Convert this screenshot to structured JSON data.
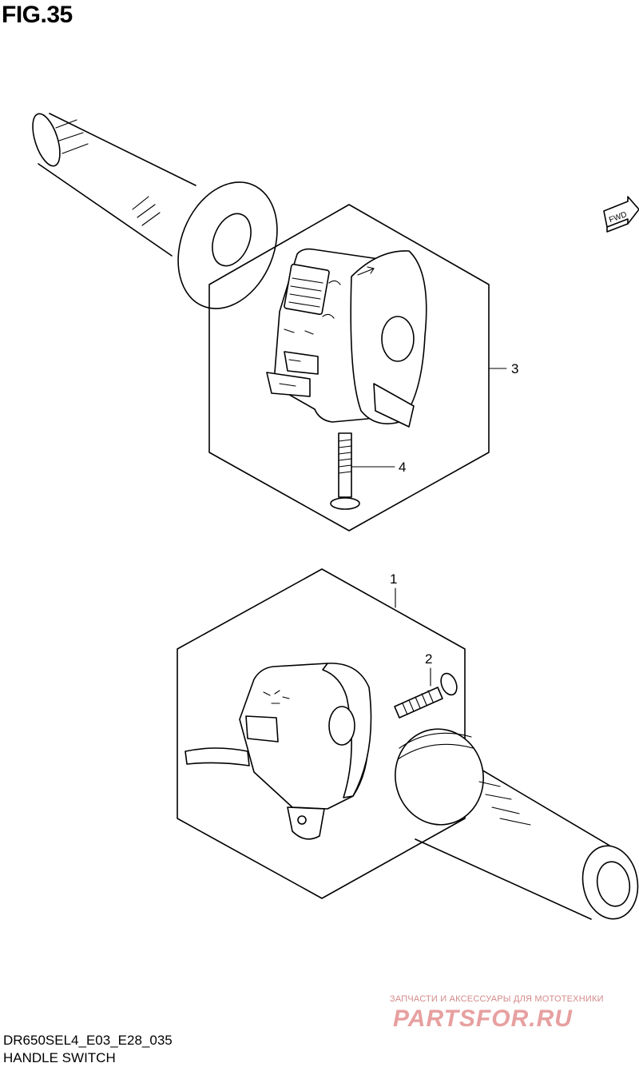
{
  "figure": {
    "title": "FIG.35"
  },
  "footer": {
    "model_code": "DR650SEL4_E03_E28_035",
    "caption": "HANDLE SWITCH"
  },
  "fwd_badge": {
    "label": "FWD"
  },
  "callouts": [
    {
      "number": "1"
    },
    {
      "number": "2"
    },
    {
      "number": "3"
    },
    {
      "number": "4"
    }
  ],
  "watermark": {
    "tagline": "ЗАПЧАСТИ И АКСЕССУАРЫ ДЛЯ МОТОТЕХНИКИ",
    "brand": "PARTSFOR.RU",
    "color": "#e7a0a0"
  }
}
